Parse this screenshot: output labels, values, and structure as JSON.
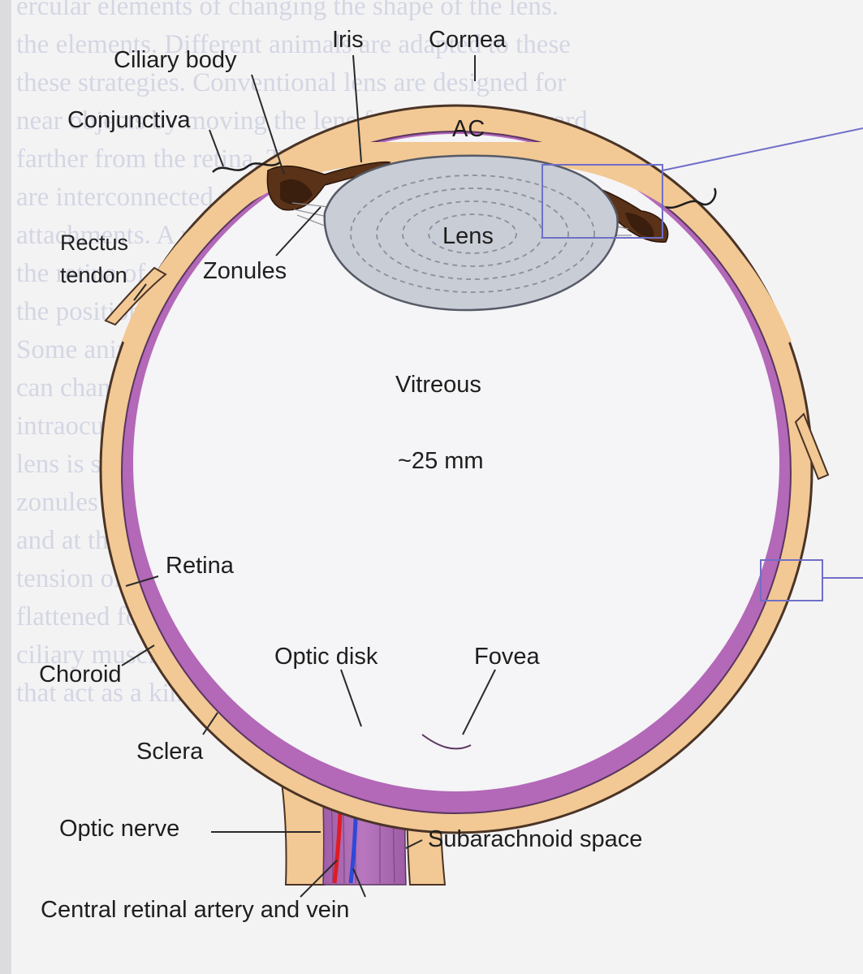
{
  "colors": {
    "sclera": "#f2c894",
    "sclera_edge": "#4a3426",
    "retina": "#b368b8",
    "lens": "#c9cdd6",
    "iris": "#5a3218",
    "artery": "#e01b24",
    "vein": "#2f49d8",
    "inset_box": "#6f6fc8",
    "background_text": "#d3d6e3"
  },
  "labels": {
    "ciliary_body": "Ciliary body",
    "iris": "Iris",
    "cornea": "Cornea",
    "conjunctiva": "Conjunctiva",
    "ac": "AC",
    "lens": "Lens",
    "rectus_tendon_line1": "Rectus",
    "rectus_tendon_line2": "tendon",
    "zonules": "Zonules",
    "vitreous": "Vitreous",
    "diameter": "~25 mm",
    "retina": "Retina",
    "choroid": "Choroid",
    "optic_disk": "Optic disk",
    "fovea": "Fovea",
    "sclera": "Sclera",
    "optic_nerve": "Optic nerve",
    "subarachnoid_space": "Subarachnoid space",
    "central_retinal": "Central retinal artery and vein"
  },
  "background_text": [
    "ercular elements of changing the shape of the lens.",
    "the elements. Different animals are adapted to these",
    "these strategies. Conventional lens are designed for",
    "near objects by moving the lens forward or backward",
    "farther from the retina. The ciliary muscles and iris",
    "are interconnected to form a complex ring of",
    "attachments. A proper focusing of the lens on",
    "the retina of the eye is achieved by changing",
    "the position of the retina closer to or farther from the lens.",
    "Some animals have muscles attached to the cornea that",
    "can change its curvature. Terrestrial vertebrates have",
    "intraocular muscles to change the shape of the lens.",
    "lens is surrounded by strands of connective tissue called",
    "zonules (Fig. 17-3, Inset), attached at one end to the lens",
    "and at the other end to the ciliary body. At rest, the",
    "tension of the zonular suspension keeps the lens slightly",
    "flattened for the eye to focus on distant objects.",
    "ciliary muscles and is surrounded by a ring of circular fibers",
    "that act as a kind of sphincter. Contraction of the fibers"
  ]
}
